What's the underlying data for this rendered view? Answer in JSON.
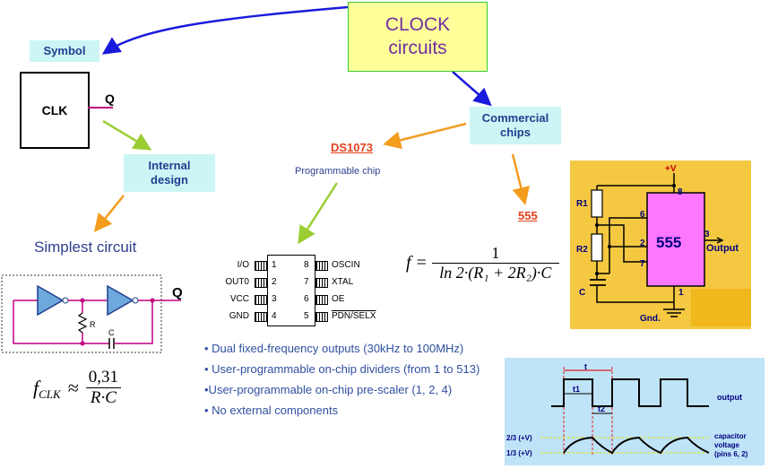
{
  "title": {
    "line1": "CLOCK",
    "line2": "circuits"
  },
  "symbol_box": {
    "label": "Symbol"
  },
  "clk_symbol": {
    "label": "CLK",
    "output": "Q"
  },
  "internal_design": {
    "line1": "Internal",
    "line2": "design"
  },
  "simplest_circuit": {
    "label": "Simplest circuit",
    "resistor": "R",
    "capacitor": "C",
    "output": "Q"
  },
  "clk_formula": {
    "lhs": "f",
    "sub": "CLK",
    "approx": "≈",
    "numerator": "0,31",
    "denominator": "R·C"
  },
  "commercial_chips": {
    "line1": "Commercial",
    "line2": "chips"
  },
  "ds1073": {
    "name": "DS1073",
    "caption": "Programmable chip",
    "pins_left": [
      {
        "label": "I/O",
        "num": "1"
      },
      {
        "label": "OUT0",
        "num": "2"
      },
      {
        "label": "VCC",
        "num": "3"
      },
      {
        "label": "GND",
        "num": "4"
      }
    ],
    "pins_right": [
      {
        "label": "OSCIN",
        "num": "8"
      },
      {
        "label": "XTAL",
        "num": "7"
      },
      {
        "label": "OE",
        "num": "6"
      },
      {
        "label": "PDN/SELX",
        "num": "5"
      }
    ]
  },
  "features": [
    "• Dual fixed-frequency outputs (30kHz to 100MHz)",
    "• User-programmable on-chip dividers (from 1 to 513)",
    "•User-programmable on-chip pre-scaler (1, 2, 4)",
    "• No external components"
  ],
  "chip555": {
    "label": "555"
  },
  "freq_formula": {
    "lhs": "f",
    "eq": "=",
    "numerator": "1",
    "denominator": "ln 2·(R₁ + 2R₂)·C"
  },
  "schematic555": {
    "chip": "555",
    "vplus": "+V",
    "r1": "R1",
    "r2": "R2",
    "c": "C",
    "pin8": "8",
    "pin6": "6",
    "pin2": "2",
    "pin7": "7",
    "pin3": "3",
    "pin1": "1",
    "output": "Output",
    "gnd": "Gnd."
  },
  "timing": {
    "t": "t",
    "t1": "t1",
    "t2": "t2",
    "output": "output",
    "level_high": "2/3 (+V)",
    "level_low": "1/3 (+V)",
    "cap_line1": "capacitor",
    "cap_line2": "voltage",
    "cap_line3": "(pins 6, 2)"
  },
  "colors": {
    "arrow_blue": "#1a1adc",
    "arrow_green": "#9acd32",
    "arrow_orange": "#f39c1e",
    "title_bg": "#ffff99",
    "label_bg": "#ccf5f5",
    "schematic_bg": "#f5c842",
    "timing_bg": "#bfe3f7"
  }
}
